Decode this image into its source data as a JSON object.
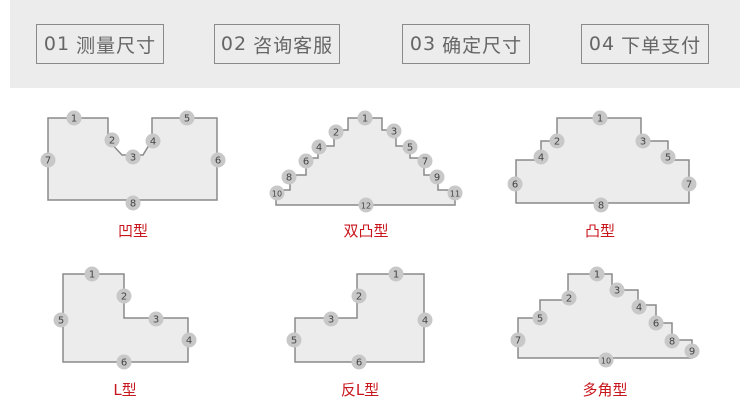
{
  "steps": [
    {
      "num": "01",
      "text": "测量尺寸"
    },
    {
      "num": "02",
      "text": "咨询客服"
    },
    {
      "num": "03",
      "text": "确定尺寸"
    },
    {
      "num": "04",
      "text": "下单支付"
    }
  ],
  "shapes": [
    {
      "name": "凹型",
      "markers": [
        "1",
        "2",
        "3",
        "4",
        "5",
        "6",
        "7",
        "8"
      ]
    },
    {
      "name": "双凸型",
      "markers": [
        "1",
        "2",
        "3",
        "4",
        "5",
        "6",
        "7",
        "8",
        "9",
        "10",
        "11",
        "12"
      ]
    },
    {
      "name": "凸型",
      "markers": [
        "1",
        "2",
        "3",
        "4",
        "5",
        "6",
        "7",
        "8"
      ]
    },
    {
      "name": "L型",
      "markers": [
        "1",
        "2",
        "3",
        "4",
        "5",
        "6"
      ]
    },
    {
      "name": "反L型",
      "markers": [
        "1",
        "2",
        "3",
        "4",
        "5",
        "6"
      ]
    },
    {
      "name": "多角型",
      "markers": [
        "1",
        "2",
        "3",
        "4",
        "5",
        "6",
        "7",
        "8",
        "9",
        "10"
      ]
    }
  ],
  "colors": {
    "accent": "#c8161d",
    "outline": "#8a8a8a",
    "fill": "#ececec",
    "marker": "#c8c8c8"
  }
}
